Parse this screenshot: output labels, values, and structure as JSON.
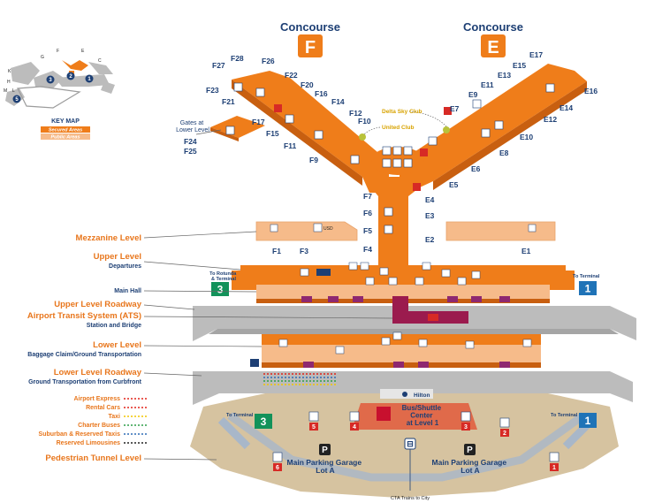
{
  "concourses": {
    "f_title": "Concourse",
    "f_letter": "F",
    "e_title": "Concourse",
    "e_letter": "E"
  },
  "key_map": {
    "title": "KEY MAP",
    "secured": "Secured Areas",
    "public": "Public Areas",
    "letters": [
      "F",
      "E",
      "C",
      "K",
      "H",
      "M",
      "L",
      "G"
    ],
    "numbers": [
      "3",
      "2",
      "1",
      "5"
    ]
  },
  "gates_f": [
    "F28",
    "F27",
    "F26",
    "F22",
    "F20",
    "F16",
    "F14",
    "F12",
    "F10",
    "F23",
    "F21",
    "F17",
    "F15",
    "F11",
    "F9",
    "F7",
    "F6",
    "F5",
    "F4"
  ],
  "gates_e": [
    "E17",
    "E16",
    "E15",
    "E14",
    "E13",
    "E12",
    "E11",
    "E10",
    "E9",
    "E8",
    "E7",
    "E6",
    "E5",
    "E4",
    "E3",
    "E2",
    "E1"
  ],
  "gates_main": [
    "F1",
    "F3"
  ],
  "lower_gates": {
    "label": "Gates at\nLower Level",
    "g1": "F24",
    "g2": "F25"
  },
  "clubs": {
    "delta": "Delta Sky Club",
    "united": "United Club"
  },
  "levels": [
    {
      "title": "Mezzanine Level",
      "sub": ""
    },
    {
      "title": "Upper Level",
      "sub": "Departures"
    },
    {
      "title": "",
      "sub": "Main Hall"
    },
    {
      "title": "Upper Level Roadway",
      "sub": ""
    },
    {
      "title": "Airport Transit System (ATS)",
      "sub": "Station and Bridge"
    },
    {
      "title": "Lower Level",
      "sub": "Baggage Claim/Ground Transportation"
    },
    {
      "title": "Lower Level Roadway",
      "sub": "Ground Transportation from Curbfront"
    },
    {
      "title": "Pedestrian Tunnel Level",
      "sub": ""
    }
  ],
  "legend": [
    {
      "label": "Airport Express",
      "color": "#e2231a"
    },
    {
      "label": "Rental Cars",
      "color": "#e2231a"
    },
    {
      "label": "Taxi",
      "color": "#f2c500"
    },
    {
      "label": "Charter Buses",
      "color": "#2e9e48"
    },
    {
      "label": "Suburban & Reserved Taxis",
      "color": "#2e6bb5"
    },
    {
      "label": "Reserved Limousines",
      "color": "#222222"
    }
  ],
  "terminals": {
    "left_label": "To Rotunda\n& Terminal",
    "left_num": "3",
    "right_label": "To Terminal",
    "right_num": "1",
    "tunnel_left_label": "To Terminal",
    "tunnel_left_num": "3",
    "tunnel_right_label": "To Terminal",
    "tunnel_right_num": "1"
  },
  "hilton": "Hilton",
  "bus_center": "Bus/Shuttle\nCenter\nat Level 1",
  "parking": [
    {
      "p": "P",
      "label": "Main Parking Garage\nLot A"
    },
    {
      "p": "P",
      "label": "Main Parking Garage\nLot A"
    }
  ],
  "cta": "CTA Trains to City",
  "elevators": [
    "6",
    "5",
    "4",
    "3",
    "2",
    "1"
  ],
  "usd": "USD",
  "colors": {
    "secured": "#ef7d1a",
    "public": "#f6bb8a",
    "navy": "#1d3f74",
    "ground": "#d6c3a0",
    "roadway": "#bcbcbc",
    "ats": "#9b1b4e",
    "green": "#12925a",
    "blue": "#1f73b7",
    "red": "#d72a25"
  }
}
